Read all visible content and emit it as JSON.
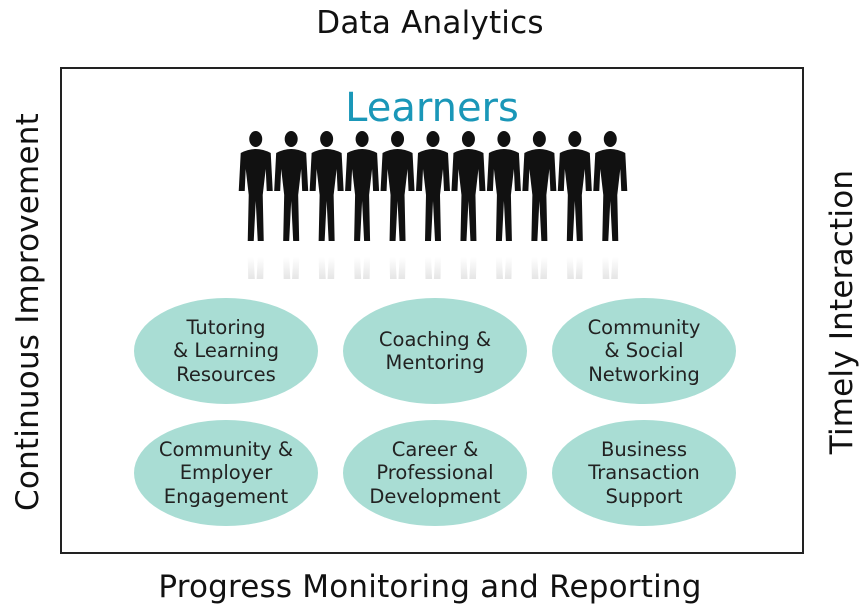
{
  "colors": {
    "title": "#1a97b8",
    "oval_fill": "#a9ddd4",
    "frame_border": "#222222",
    "silhouette": "#111111"
  },
  "edges": {
    "top": "Data Analytics",
    "bottom": "Progress Monitoring and Reporting",
    "left": "Continuous Improvement",
    "right": "Timely Interaction"
  },
  "center_title": "Learners",
  "services": [
    {
      "label": "Tutoring\n& Learning\nResources"
    },
    {
      "label": "Coaching &\nMentoring"
    },
    {
      "label": "Community\n& Social\nNetworking"
    },
    {
      "label": "Community &\nEmployer\nEngagement"
    },
    {
      "label": "Career &\nProfessional\nDevelopment"
    },
    {
      "label": "Business\nTransaction\nSupport"
    }
  ],
  "people_count": 11
}
